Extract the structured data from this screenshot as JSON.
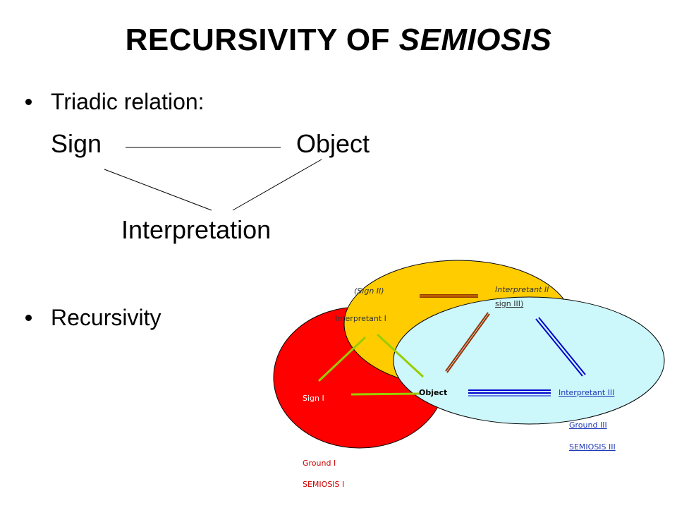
{
  "title": {
    "main": "RECURSIVITY OF ",
    "emphasis": "SEMIOSIS"
  },
  "bullets": [
    "Triadic relation:",
    "Recursivity"
  ],
  "triad": {
    "sign": "Sign",
    "object": "Object",
    "interpretation": "Interpretation"
  },
  "diagram": {
    "sign_ii": "(Sign II)",
    "interpretant_ii": "Interpretant II",
    "sign_iii": "sign III)",
    "interpretant_i": "Interpretant I",
    "object": "Object",
    "interpretant_iii": "Interpretant III",
    "sign_i": "Sign I",
    "ground_iii": "Ground III",
    "semiosis_iii": "SEMIOSIS III",
    "ground_i": "Ground I",
    "semiosis_i": "SEMIOSIS I"
  },
  "colors": {
    "red_ellipse": "#ff0000",
    "yellow_ellipse": "#ffcc00",
    "blue_ellipse": "#ccf7fb",
    "green_line": "#99cc00",
    "brown_line": "#993300",
    "blue_line": "#0000cc",
    "red_text": "#cc0000",
    "blue_text": "#1f3ab8"
  }
}
